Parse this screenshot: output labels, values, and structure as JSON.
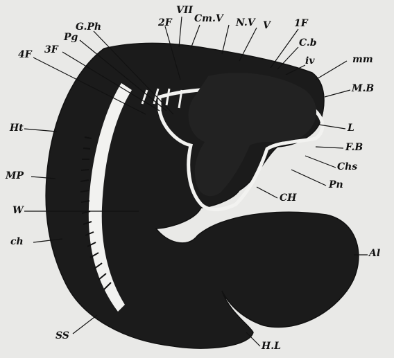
{
  "figure": {
    "background": "#e9e9e7",
    "tissue_color": "#1b1b1b",
    "cavity_color": "#f2f2f0",
    "ink_color": "#111111",
    "labels": {
      "vii": "VII",
      "cmv": "Cm.V",
      "nv": "N.V",
      "v": "V",
      "f1": "1F",
      "cb": "C.b",
      "iv": "iv",
      "mm": "mm",
      "mb": "M.B",
      "l": "L",
      "fb": "F.B",
      "chs": "Chs",
      "pn": "Pn",
      "ch": "CH",
      "al": "Al",
      "hl": "H.L",
      "ss": "SS",
      "chl": "ch",
      "w": "W",
      "mp": "MP",
      "ht": "Ht",
      "f4": "4F",
      "f3": "3F",
      "pg": "Pg",
      "gph": "G.Ph",
      "f2": "2F"
    }
  }
}
